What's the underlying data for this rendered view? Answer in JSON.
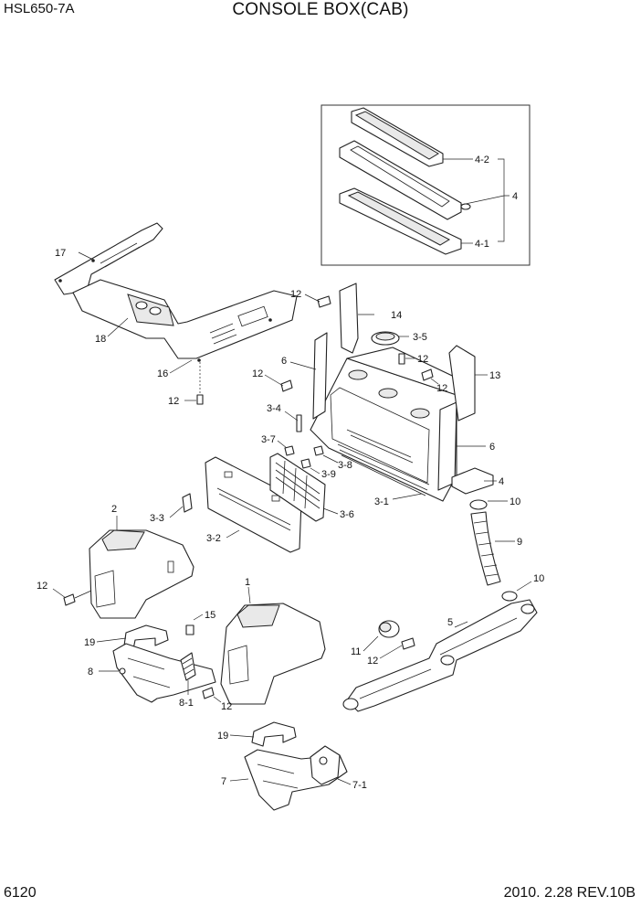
{
  "header": {
    "model": "HSL650-7A",
    "title": "CONSOLE BOX(CAB)"
  },
  "footer": {
    "page_number": "6120",
    "revision": "2010. 2.28  REV.10B"
  },
  "callouts": {
    "c4_2": "4-2",
    "c4": "4",
    "c4_1": "4-1",
    "c17": "17",
    "c18": "18",
    "c16": "16",
    "c12a": "12",
    "c12b": "12",
    "c14": "14",
    "c3_5": "3-5",
    "c12c": "12",
    "c6a": "6",
    "c12d": "12",
    "c13": "13",
    "c12e": "12",
    "c3_4": "3-4",
    "c3_7": "3-7",
    "c3_8": "3-8",
    "c3_9": "3-9",
    "c6b": "6",
    "c4b": "4",
    "c10a": "10",
    "c3_1": "3-1",
    "c3_6": "3-6",
    "c3_3": "3-3",
    "c3_2": "3-2",
    "c2": "2",
    "c9": "9",
    "c12f": "12",
    "c10b": "10",
    "c1": "1",
    "c15": "15",
    "c5": "5",
    "c19a": "19",
    "c11": "11",
    "c12g": "12",
    "c8": "8",
    "c8_1": "8-1",
    "c12h": "12",
    "c19b": "19",
    "c7": "7",
    "c7_1": "7-1"
  }
}
